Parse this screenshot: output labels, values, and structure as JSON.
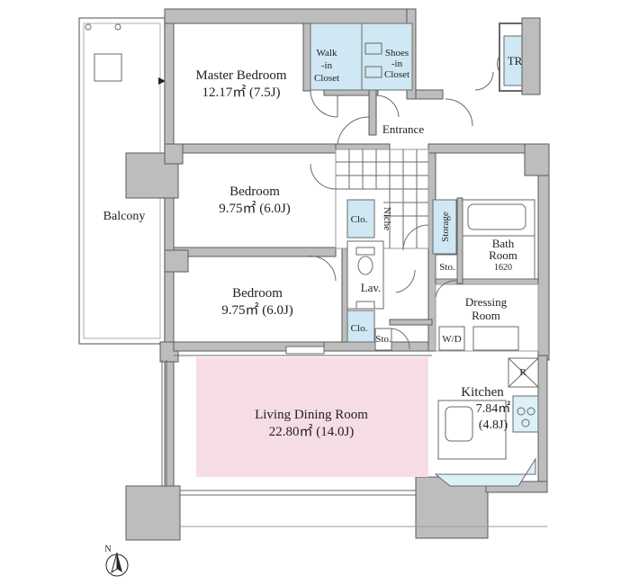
{
  "colors": {
    "wall": "#bdbdbd",
    "living_fill": "#f6dde5",
    "closet_fill": "#cfe8f3",
    "kitchen_fill": "#dcf0f7"
  },
  "rooms": {
    "master_bedroom": {
      "name": "Master Bedroom",
      "area": "12.17㎡ (7.5J)"
    },
    "bedroom1": {
      "name": "Bedroom",
      "area": "9.75㎡ (6.0J)"
    },
    "bedroom2": {
      "name": "Bedroom",
      "area": "9.75㎡ (6.0J)"
    },
    "living": {
      "name": "Living Dining Room",
      "area": "22.80㎡ (14.0J)"
    },
    "kitchen": {
      "name": "Kitchen",
      "area1": "7.84㎡",
      "area2": "(4.8J)"
    },
    "balcony": "Balcony",
    "entrance": "Entrance",
    "walk_in_closet": [
      "Walk",
      "-in",
      "Closet"
    ],
    "shoes_closet": [
      "Shoes",
      "-in",
      "Closet"
    ],
    "tr": "TR",
    "clo1": "Clo.",
    "clo2": "Clo.",
    "niche": "Niche",
    "storage": "Storage",
    "bath": [
      "Bath",
      "Room",
      "1620"
    ],
    "sto1": "Sto.",
    "sto2": "Sto.",
    "lav": "Lav.",
    "dressing": [
      "Dressing",
      "Room"
    ],
    "wd": "W/D",
    "r": "R",
    "compass": "N"
  }
}
